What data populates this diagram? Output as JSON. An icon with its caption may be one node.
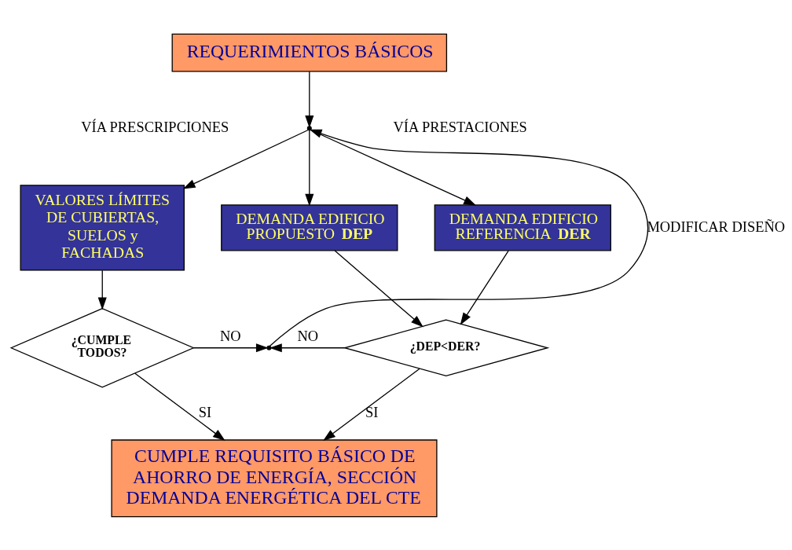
{
  "diagram": {
    "nodes": [
      {
        "text": [
          "REQUERIMIENTOS BÁSICOS"
        ]
      },
      {
        "text": [],
        "shape": "point"
      },
      {
        "text": [
          "VALORES LÍMITES DE CUBIERTAS, SUELOS y FACHADAS"
        ]
      },
      {
        "text": [
          "DEMANDA EDIFICIO PROPUESTO **DEP**"
        ]
      },
      {
        "text": [
          "DEMANDA EDIFICIO REFERENCIA **DER**"
        ]
      },
      {
        "text": [
          "¿CUMPLE TODOS?"
        ]
      },
      {
        "text": [
          "¿DEP<DER?"
        ]
      },
      {
        "text": [],
        "shape": "point"
      },
      {
        "text": [
          "CUMPLE REQUISITO BÁSICO DE AHORRO DE ENERGÍA, SECCIÓN DEMANDA ENERGÉTICA DEL CTE"
        ]
      }
    ],
    "edges": [
      {
        "from": 0,
        "to": 1,
        "arrow": "to"
      },
      {
        "from": 1,
        "to": 2,
        "arrow": "to"
      },
      {
        "from": 1,
        "to": 3,
        "arrow": "to"
      },
      {
        "from": 1,
        "to": 4,
        "arrow": "to"
      },
      {
        "from": 2,
        "to": 5,
        "arrow": "to"
      },
      {
        "from": 3,
        "to": 6,
        "arrow": "to"
      },
      {
        "from": 4,
        "to": 6,
        "arrow": "to"
      },
      {
        "from": 5,
        "to": 7,
        "arrow": "to",
        "label": "NO"
      },
      {
        "from": 6,
        "to": 7,
        "arrow": "to",
        "label": "NO"
      },
      {
        "from": 7,
        "to": 1,
        "arrow": "to",
        "label": "MODIFICAR DISEÑO"
      },
      {
        "from": 5,
        "to": 8,
        "arrow": "to",
        "label": "SI"
      },
      {
        "from": 6,
        "to": 8,
        "arrow": "to",
        "label": "SI"
      }
    ],
    "labels": [
      "VÍA PRESCRIPCIONES",
      "VÍA PRESTACIONES"
    ]
  }
}
